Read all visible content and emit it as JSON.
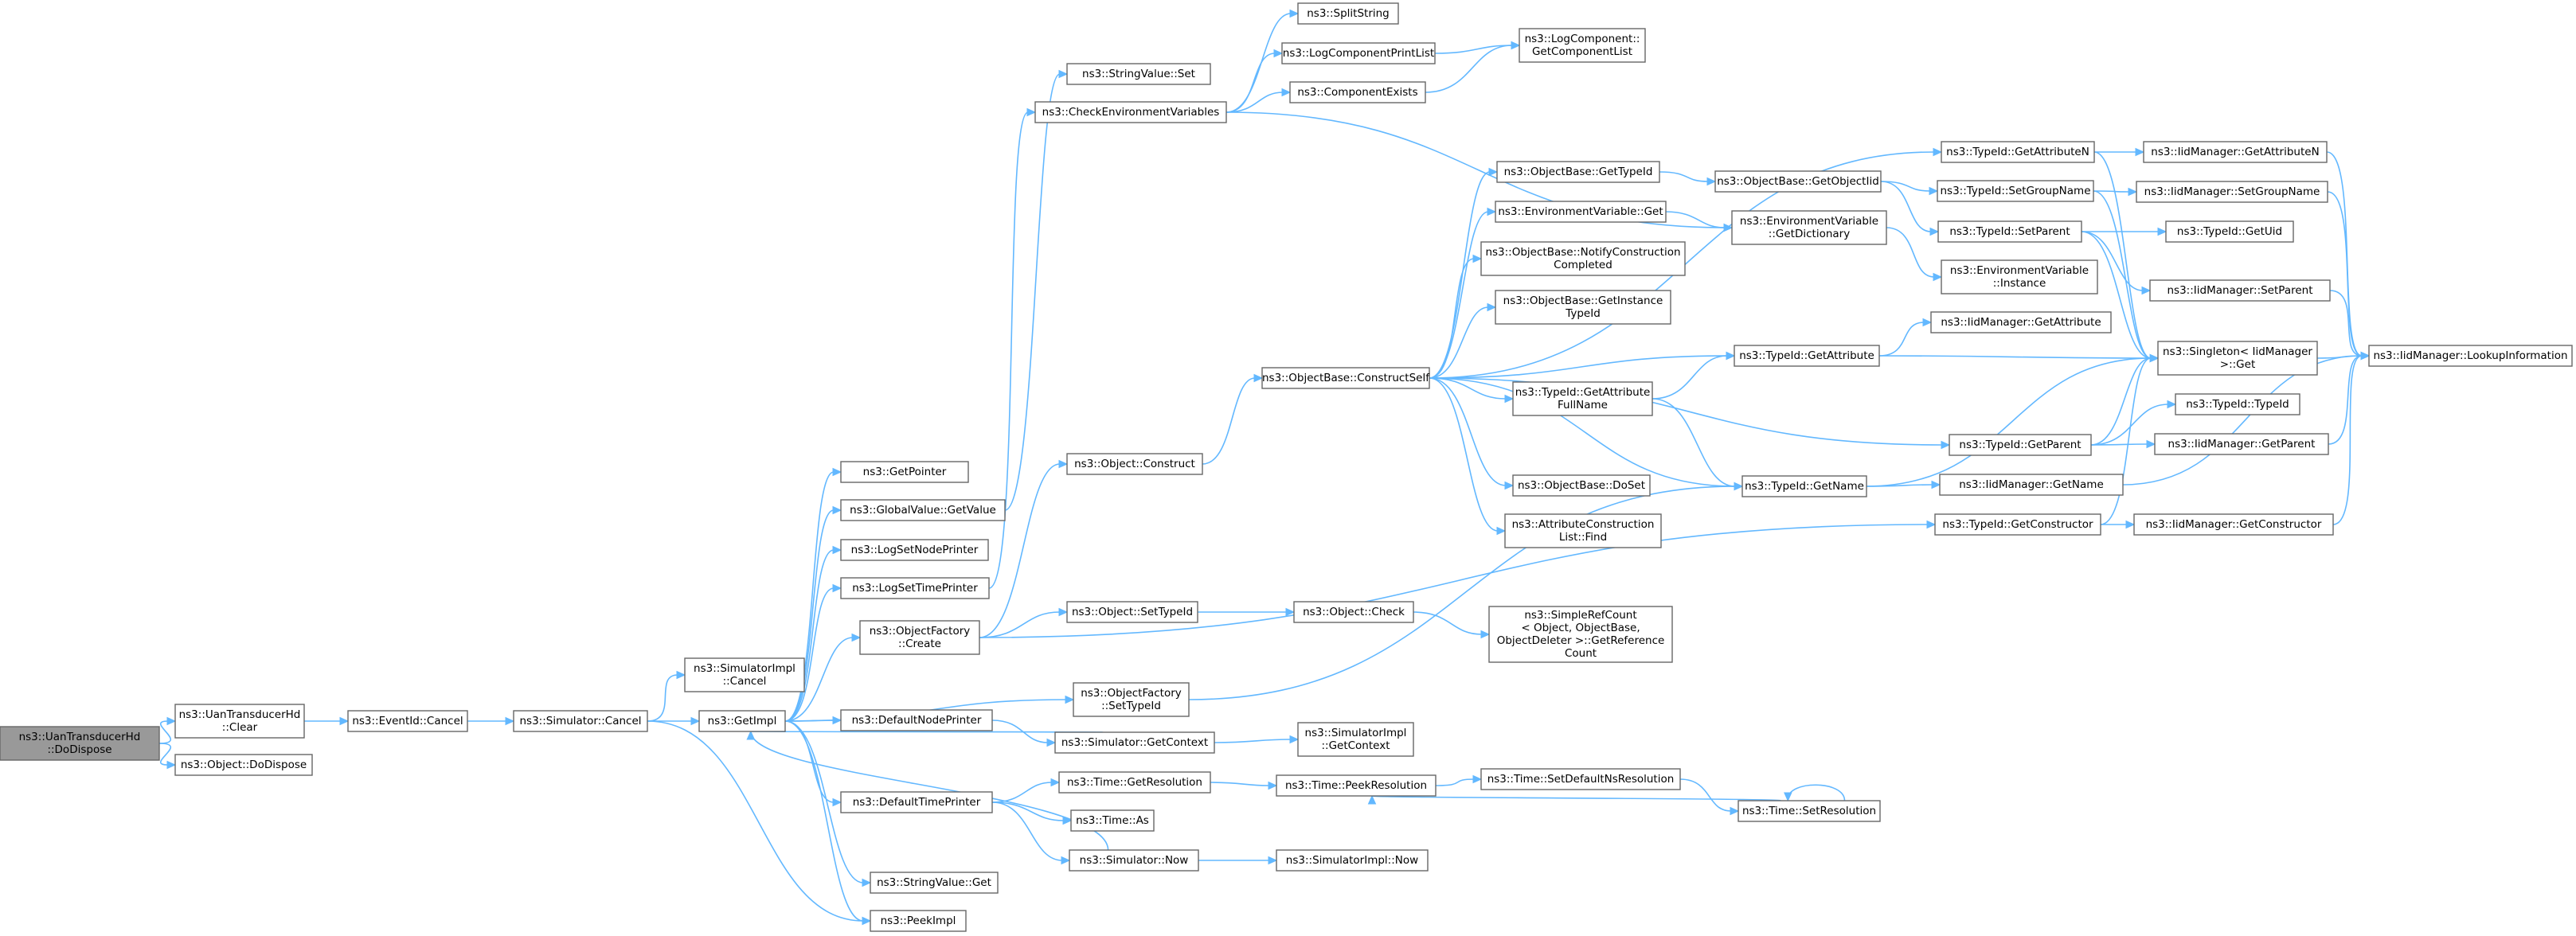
{
  "colors": {
    "edge": "#63b8ff",
    "root_fill": "#999999",
    "node_border": "#666666"
  },
  "nodes": [
    {
      "id": "root",
      "lines": [
        "ns3::UanTransducerHd",
        "::DoDispose"
      ]
    },
    {
      "id": "clear",
      "lines": [
        "ns3::UanTransducerHd",
        "::Clear"
      ]
    },
    {
      "id": "objdodispose",
      "lines": [
        "ns3::Object::DoDispose"
      ]
    },
    {
      "id": "eventcancel",
      "lines": [
        "ns3::EventId::Cancel"
      ]
    },
    {
      "id": "simcancel",
      "lines": [
        "ns3::Simulator::Cancel"
      ]
    },
    {
      "id": "simimplcancel",
      "lines": [
        "ns3::SimulatorImpl",
        "::Cancel"
      ]
    },
    {
      "id": "getimpl",
      "lines": [
        "ns3::GetImpl"
      ]
    },
    {
      "id": "peekimpl",
      "lines": [
        "ns3::PeekImpl"
      ]
    },
    {
      "id": "getpointer",
      "lines": [
        "ns3::GetPointer"
      ]
    },
    {
      "id": "globalgetvalue",
      "lines": [
        "ns3::GlobalValue::GetValue"
      ]
    },
    {
      "id": "logsetnode",
      "lines": [
        "ns3::LogSetNodePrinter"
      ]
    },
    {
      "id": "logsettime",
      "lines": [
        "ns3::LogSetTimePrinter"
      ]
    },
    {
      "id": "objfactcreate",
      "lines": [
        "ns3::ObjectFactory",
        "::Create"
      ]
    },
    {
      "id": "defnodeprinter",
      "lines": [
        "ns3::DefaultNodePrinter"
      ]
    },
    {
      "id": "deftimeprinter",
      "lines": [
        "ns3::DefaultTimePrinter"
      ]
    },
    {
      "id": "stringgetvalue",
      "lines": [
        "ns3::StringValue::Get"
      ]
    },
    {
      "id": "stringset",
      "lines": [
        "ns3::StringValue::Set"
      ]
    },
    {
      "id": "checkenv",
      "lines": [
        "ns3::CheckEnvironmentVariables"
      ]
    },
    {
      "id": "objconstruct",
      "lines": [
        "ns3::Object::Construct"
      ]
    },
    {
      "id": "objsettypeid",
      "lines": [
        "ns3::Object::SetTypeId"
      ]
    },
    {
      "id": "objfactsettypeid",
      "lines": [
        "ns3::ObjectFactory",
        "::SetTypeId"
      ]
    },
    {
      "id": "simgetcontext",
      "lines": [
        "ns3::Simulator::GetContext"
      ]
    },
    {
      "id": "timegetres",
      "lines": [
        "ns3::Time::GetResolution"
      ]
    },
    {
      "id": "timeas",
      "lines": [
        "ns3::Time::As"
      ]
    },
    {
      "id": "simnow",
      "lines": [
        "ns3::Simulator::Now"
      ]
    },
    {
      "id": "splitstring",
      "lines": [
        "ns3::SplitString"
      ]
    },
    {
      "id": "logcompprintlist",
      "lines": [
        "ns3::LogComponentPrintList"
      ]
    },
    {
      "id": "compexists",
      "lines": [
        "ns3::ComponentExists"
      ]
    },
    {
      "id": "logcompgetlist",
      "lines": [
        "ns3::LogComponent::",
        "GetComponentList"
      ]
    },
    {
      "id": "constructself",
      "lines": [
        "ns3::ObjectBase::ConstructSelf"
      ]
    },
    {
      "id": "objcheck",
      "lines": [
        "ns3::Object::Check"
      ]
    },
    {
      "id": "simplerefcount",
      "lines": [
        "ns3::SimpleRefCount",
        "< Object, ObjectBase,",
        "ObjectDeleter >::GetReference",
        "Count"
      ]
    },
    {
      "id": "simimplgetcontext",
      "lines": [
        "ns3::SimulatorImpl",
        "::GetContext"
      ]
    },
    {
      "id": "timepeekres",
      "lines": [
        "ns3::Time::PeekResolution"
      ]
    },
    {
      "id": "simimplnow",
      "lines": [
        "ns3::SimulatorImpl::Now"
      ]
    },
    {
      "id": "obgettypeid",
      "lines": [
        "ns3::ObjectBase::GetTypeId"
      ]
    },
    {
      "id": "envvarget",
      "lines": [
        "ns3::EnvironmentVariable::Get"
      ]
    },
    {
      "id": "obnotify",
      "lines": [
        "ns3::ObjectBase::NotifyConstruction",
        "Completed"
      ]
    },
    {
      "id": "obgetinstance",
      "lines": [
        "ns3::ObjectBase::GetInstance",
        "TypeId"
      ]
    },
    {
      "id": "tidgetattrfull",
      "lines": [
        "ns3::TypeId::GetAttribute",
        "FullName"
      ]
    },
    {
      "id": "obdoset",
      "lines": [
        "ns3::ObjectBase::DoSet"
      ]
    },
    {
      "id": "attrconstrfind",
      "lines": [
        "ns3::AttributeConstruction",
        "List::Find"
      ]
    },
    {
      "id": "obgetobjtid",
      "lines": [
        "ns3::ObjectBase::GetObjectIid"
      ]
    },
    {
      "id": "envgetdict",
      "lines": [
        "ns3::EnvironmentVariable",
        "::GetDictionary"
      ]
    },
    {
      "id": "tidgetattr",
      "lines": [
        "ns3::TypeId::GetAttribute"
      ]
    },
    {
      "id": "tidgetname",
      "lines": [
        "ns3::TypeId::GetName"
      ]
    },
    {
      "id": "timesetdefns",
      "lines": [
        "ns3::Time::SetDefaultNsResolution"
      ]
    },
    {
      "id": "timesetres",
      "lines": [
        "ns3::Time::SetResolution"
      ]
    },
    {
      "id": "tidgetattrn",
      "lines": [
        "ns3::TypeId::GetAttributeN"
      ]
    },
    {
      "id": "tidsetgroup",
      "lines": [
        "ns3::TypeId::SetGroupName"
      ]
    },
    {
      "id": "tidsetparent",
      "lines": [
        "ns3::TypeId::SetParent"
      ]
    },
    {
      "id": "envinstance",
      "lines": [
        "ns3::EnvironmentVariable",
        "::Instance"
      ]
    },
    {
      "id": "iidgetattr",
      "lines": [
        "ns3::IidManager::GetAttribute"
      ]
    },
    {
      "id": "tidgetparent",
      "lines": [
        "ns3::TypeId::GetParent"
      ]
    },
    {
      "id": "iidgetname",
      "lines": [
        "ns3::IidManager::GetName"
      ]
    },
    {
      "id": "tidgetctor",
      "lines": [
        "ns3::TypeId::GetConstructor"
      ]
    },
    {
      "id": "iidgetattrn",
      "lines": [
        "ns3::IidManager::GetAttributeN"
      ]
    },
    {
      "id": "iidsetgroup",
      "lines": [
        "ns3::IidManager::SetGroupName"
      ]
    },
    {
      "id": "tidgetuid",
      "lines": [
        "ns3::TypeId::GetUid"
      ]
    },
    {
      "id": "iidsetparent",
      "lines": [
        "ns3::IidManager::SetParent"
      ]
    },
    {
      "id": "singletonget",
      "lines": [
        "ns3::Singleton< IidManager",
        ">::Get"
      ]
    },
    {
      "id": "tidtypeid",
      "lines": [
        "ns3::TypeId::TypeId"
      ]
    },
    {
      "id": "iidgetparent",
      "lines": [
        "ns3::IidManager::GetParent"
      ]
    },
    {
      "id": "iidgetctor",
      "lines": [
        "ns3::IidManager::GetConstructor"
      ]
    },
    {
      "id": "iidlookup",
      "lines": [
        "ns3::IidManager::LookupInformation"
      ]
    }
  ],
  "edges": [
    [
      "root",
      "clear"
    ],
    [
      "root",
      "objdodispose"
    ],
    [
      "clear",
      "eventcancel"
    ],
    [
      "eventcancel",
      "simcancel"
    ],
    [
      "simcancel",
      "simimplcancel"
    ],
    [
      "simcancel",
      "getimpl"
    ],
    [
      "simcancel",
      "peekimpl"
    ],
    [
      "getimpl",
      "getpointer"
    ],
    [
      "getimpl",
      "globalgetvalue"
    ],
    [
      "getimpl",
      "logsetnode"
    ],
    [
      "getimpl",
      "logsettime"
    ],
    [
      "getimpl",
      "objfactcreate"
    ],
    [
      "getimpl",
      "defnodeprinter"
    ],
    [
      "getimpl",
      "deftimeprinter"
    ],
    [
      "getimpl",
      "stringgetvalue"
    ],
    [
      "getimpl",
      "peekimpl"
    ],
    [
      "globalgetvalue",
      "stringset"
    ],
    [
      "logsettime",
      "checkenv"
    ],
    [
      "objfactcreate",
      "objconstruct"
    ],
    [
      "objfactcreate",
      "objsettypeid"
    ],
    [
      "objfactcreate",
      "tidgetctor"
    ],
    [
      "getimpl",
      "objfactsettypeid"
    ],
    [
      "objfactsettypeid",
      "tidgetname"
    ],
    [
      "defnodeprinter",
      "simgetcontext"
    ],
    [
      "simgetcontext",
      "getimpl"
    ],
    [
      "simgetcontext",
      "simimplgetcontext"
    ],
    [
      "deftimeprinter",
      "timegetres"
    ],
    [
      "deftimeprinter",
      "timeas"
    ],
    [
      "deftimeprinter",
      "simnow"
    ],
    [
      "simnow",
      "getimpl"
    ],
    [
      "simnow",
      "simimplnow"
    ],
    [
      "timegetres",
      "timepeekres"
    ],
    [
      "timepeekres",
      "timesetdefns"
    ],
    [
      "timesetdefns",
      "timesetres"
    ],
    [
      "timesetres",
      "timepeekres"
    ],
    [
      "timesetres",
      "timesetres"
    ],
    [
      "checkenv",
      "splitstring"
    ],
    [
      "checkenv",
      "logcompprintlist"
    ],
    [
      "checkenv",
      "compexists"
    ],
    [
      "checkenv",
      "envgetdict"
    ],
    [
      "logcompprintlist",
      "logcompgetlist"
    ],
    [
      "compexists",
      "logcompgetlist"
    ],
    [
      "objconstruct",
      "constructself"
    ],
    [
      "objsettypeid",
      "objcheck"
    ],
    [
      "objcheck",
      "simplerefcount"
    ],
    [
      "constructself",
      "obgettypeid"
    ],
    [
      "constructself",
      "envvarget"
    ],
    [
      "constructself",
      "obnotify"
    ],
    [
      "constructself",
      "obgetinstance"
    ],
    [
      "constructself",
      "tidgetattrfull"
    ],
    [
      "constructself",
      "obdoset"
    ],
    [
      "constructself",
      "attrconstrfind"
    ],
    [
      "constructself",
      "tidgetattr"
    ],
    [
      "constructself",
      "tidgetname"
    ],
    [
      "constructself",
      "tidgetparent"
    ],
    [
      "constructself",
      "tidgetattrn"
    ],
    [
      "obgettypeid",
      "obgetobjtid"
    ],
    [
      "envvarget",
      "envgetdict"
    ],
    [
      "obgetobjtid",
      "tidsetgroup"
    ],
    [
      "obgetobjtid",
      "tidsetparent"
    ],
    [
      "envgetdict",
      "envinstance"
    ],
    [
      "tidgetattrfull",
      "tidgetattr"
    ],
    [
      "tidgetattrfull",
      "tidgetname"
    ],
    [
      "tidgetattr",
      "iidgetattr"
    ],
    [
      "tidgetattr",
      "singletonget"
    ],
    [
      "tidgetname",
      "singletonget"
    ],
    [
      "tidgetname",
      "iidgetname"
    ],
    [
      "tidgetattrn",
      "iidgetattrn"
    ],
    [
      "tidgetattrn",
      "singletonget"
    ],
    [
      "tidsetgroup",
      "iidsetgroup"
    ],
    [
      "tidsetgroup",
      "singletonget"
    ],
    [
      "tidsetparent",
      "tidgetuid"
    ],
    [
      "tidsetparent",
      "iidsetparent"
    ],
    [
      "tidsetparent",
      "singletonget"
    ],
    [
      "tidgetparent",
      "singletonget"
    ],
    [
      "tidgetparent",
      "tidtypeid"
    ],
    [
      "tidgetparent",
      "iidgetparent"
    ],
    [
      "tidgetctor",
      "singletonget"
    ],
    [
      "tidgetctor",
      "iidgetctor"
    ],
    [
      "iidgetattrn",
      "iidlookup"
    ],
    [
      "iidsetgroup",
      "iidlookup"
    ],
    [
      "iidsetparent",
      "iidlookup"
    ],
    [
      "singletonget",
      "iidlookup"
    ],
    [
      "iidgetparent",
      "iidlookup"
    ],
    [
      "iidgetname",
      "iidlookup"
    ],
    [
      "iidgetctor",
      "iidlookup"
    ]
  ]
}
